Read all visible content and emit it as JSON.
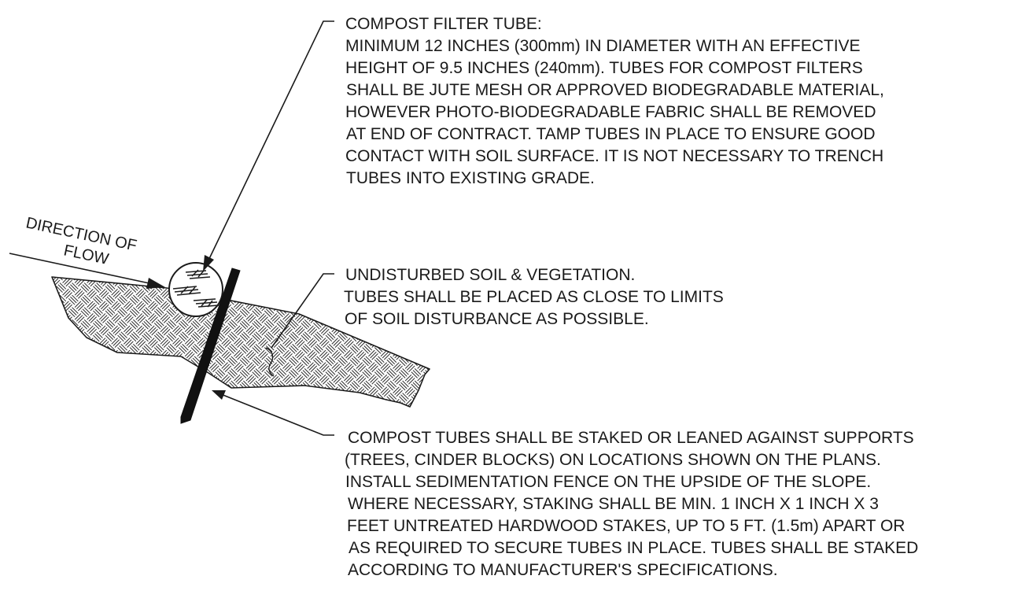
{
  "colors": {
    "ink": "#1a1a1a",
    "background": "#ffffff",
    "soil_fill": "#ffffff"
  },
  "direction_of_flow": {
    "line1": "DIRECTION OF",
    "line2": "FLOW"
  },
  "callouts": {
    "compost_filter_tube": {
      "lines": [
        "COMPOST FILTER TUBE:",
        "MINIMUM 12 INCHES (300mm) IN DIAMETER WITH AN EFFECTIVE",
        "HEIGHT OF 9.5 INCHES (240mm). TUBES FOR COMPOST FILTERS",
        "SHALL BE JUTE MESH OR APPROVED BIODEGRADABLE MATERIAL,",
        "HOWEVER  PHOTO-BIODEGRADABLE FABRIC SHALL BE REMOVED",
        "AT END OF CONTRACT. TAMP TUBES IN PLACE TO ENSURE GOOD",
        "CONTACT WITH SOIL SURFACE.  IT IS NOT NECESSARY TO TRENCH",
        "TUBES INTO EXISTING GRADE."
      ]
    },
    "undisturbed_soil": {
      "lines": [
        "UNDISTURBED SOIL & VEGETATION.",
        "TUBES SHALL BE PLACED AS CLOSE TO LIMITS",
        "OF SOIL DISTURBANCE AS POSSIBLE."
      ]
    },
    "stakes": {
      "lines": [
        "COMPOST TUBES SHALL BE STAKED OR LEANED AGAINST SUPPORTS",
        "(TREES, CINDER BLOCKS) ON LOCATIONS SHOWN ON THE PLANS.",
        "INSTALL SEDIMENTATION FENCE ON THE UPSIDE OF THE SLOPE.",
        "WHERE NECESSARY, STAKING SHALL BE MIN. 1 INCH X 1 INCH X 3",
        "FEET UNTREATED HARDWOOD STAKES, UP TO 5 FT. (1.5m) APART OR",
        "AS REQUIRED TO SECURE TUBES IN PLACE. TUBES SHALL BE STAKED",
        "ACCORDING TO MANUFACTURER'S SPECIFICATIONS."
      ]
    }
  }
}
